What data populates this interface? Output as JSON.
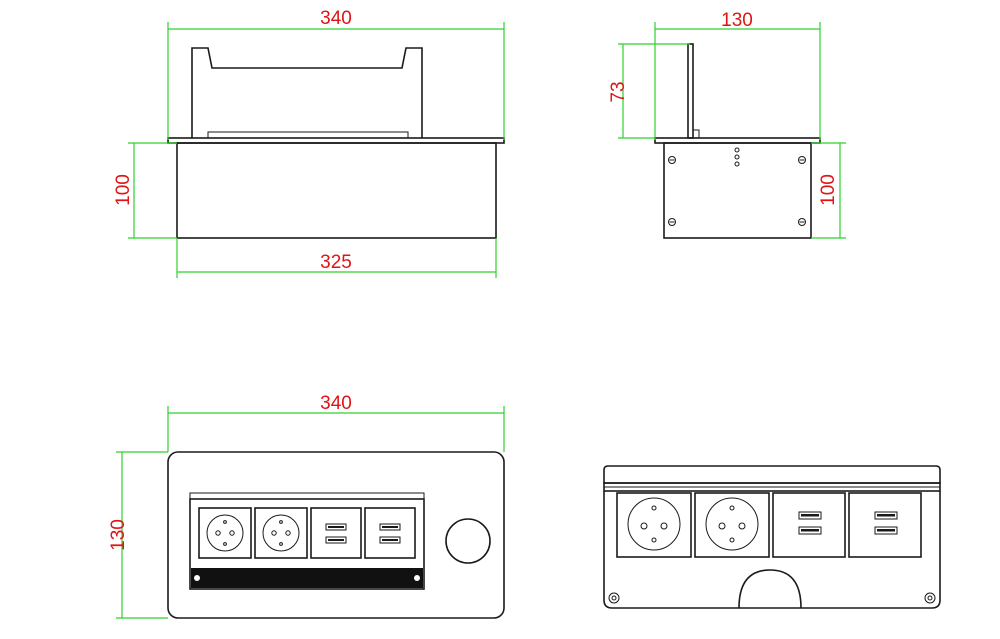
{
  "colors": {
    "dimension_line": "#2fd02f",
    "dimension_text": "#e01414",
    "drawing_line": "#1a1a1a",
    "background": "#ffffff"
  },
  "front_view": {
    "top_width": "340",
    "body_height": "100",
    "body_width": "325"
  },
  "side_view": {
    "depth": "130",
    "lid_height": "73",
    "body_height": "100"
  },
  "top_view": {
    "width": "340",
    "depth": "130"
  },
  "detail_view": {}
}
